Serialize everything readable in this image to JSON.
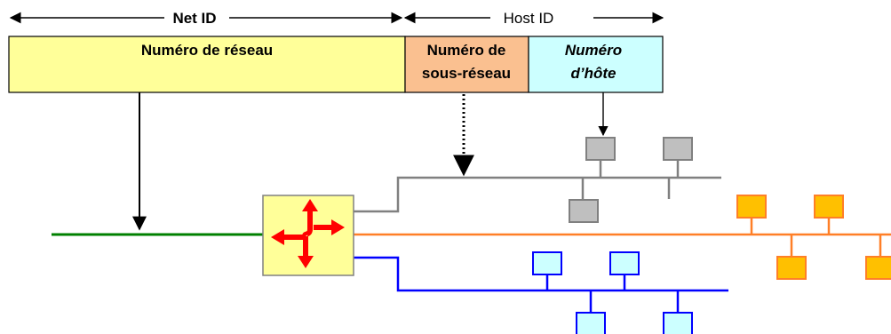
{
  "header": {
    "net_id_label": "Net ID",
    "host_id_label": "Host ID"
  },
  "address_fields": {
    "network_number": "Numéro de réseau",
    "subnet_number_line1": "Numéro de",
    "subnet_number_line2": "sous-réseau",
    "host_number_line1": "Numéro",
    "host_number_line2": "d’hôte"
  },
  "colors": {
    "network_field": "#ffff99",
    "subnet_field": "#fac090",
    "host_field": "#ccffff",
    "main_network_line": "#008000",
    "gray_subnet": "#808080",
    "orange_subnet": "#ff7f27",
    "blue_subnet": "#0000ff",
    "router_fill": "#ffff99",
    "router_arrows": "#ff0000",
    "gray_host": "#bfbfbf",
    "orange_host": "#ffc000",
    "blue_host": "#ccffff"
  },
  "icons": {
    "router": "router-arrows-icon",
    "host": "host-box-icon"
  }
}
